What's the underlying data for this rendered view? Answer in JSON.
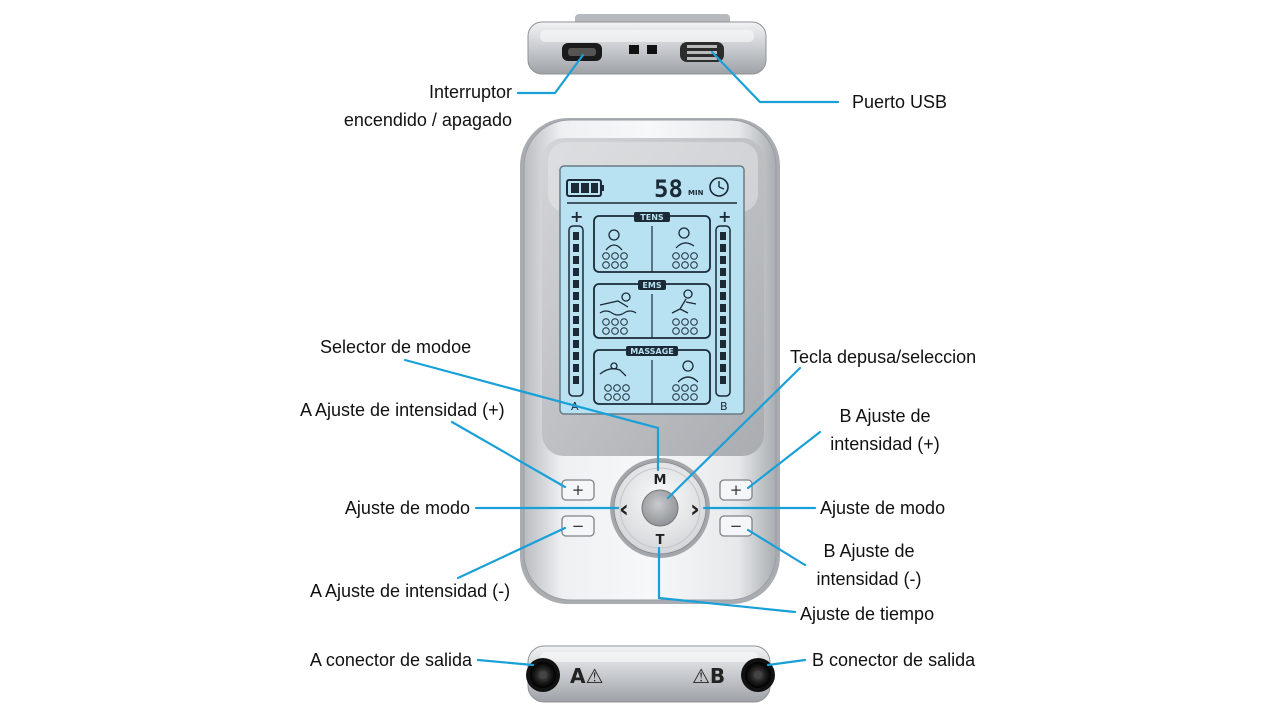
{
  "labels": {
    "interruptor_line1": "Interruptor",
    "interruptor_line2": "encendido / apagado",
    "puerto_usb": "Puerto USB",
    "selector_modo": "Selector de modoe",
    "tecla_pausa": "Tecla depusa/seleccion",
    "a_intensidad_mas": "A Ajuste de intensidad (+)",
    "b_intensidad_mas_line1": "B Ajuste de",
    "b_intensidad_mas_line2": "intensidad (+)",
    "ajuste_modo_left": "Ajuste de modo",
    "ajuste_modo_right": "Ajuste de modo",
    "a_intensidad_menos": "A Ajuste de intensidad (-)",
    "b_intensidad_menos_line1": "B Ajuste de",
    "b_intensidad_menos_line2": "intensidad (-)",
    "ajuste_tiempo": "Ajuste de tiempo",
    "a_conector": "A conector de salida",
    "b_conector": "B conector de salida"
  },
  "device": {
    "timer_value": "58",
    "timer_unit": "MIN",
    "section_tens": "TENS",
    "section_ems": "EMS",
    "section_massage": "MASSAGE",
    "channel_a": "A",
    "channel_b": "B",
    "plus_sign": "+",
    "minus_sign": "−",
    "key_mode": "M",
    "key_time": "T",
    "arrow_left": "‹",
    "arrow_right": "›",
    "connector_a": "A⚠",
    "connector_b": "⚠B"
  },
  "colors": {
    "callout_line": "#1aa0d8",
    "lcd_background": "#b8e2f2",
    "lcd_ink": "#1b2a36",
    "body_silver": "#d6d9dc"
  }
}
